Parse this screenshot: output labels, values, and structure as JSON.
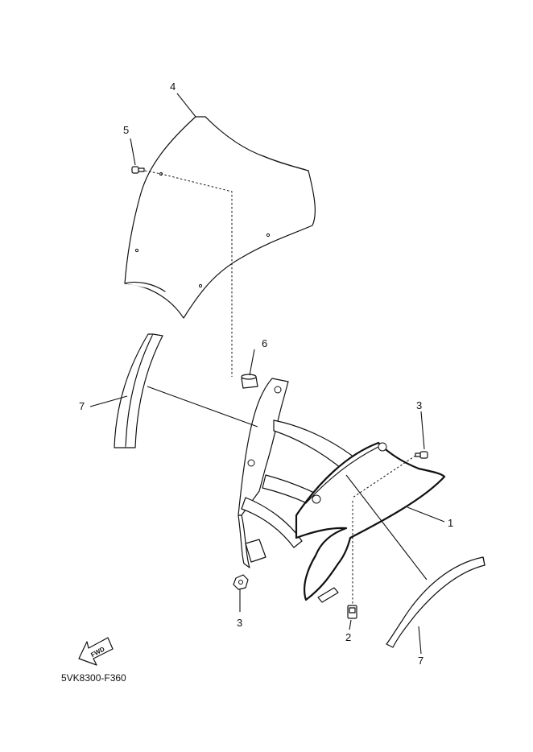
{
  "callouts": {
    "c1": "1",
    "c2": "2",
    "c3a": "3",
    "c3b": "3",
    "c4": "4",
    "c5": "5",
    "c6": "6",
    "c7a": "7",
    "c7b": "7"
  },
  "fwd_label": "FWD",
  "diagram_code": "5VK8300-F360"
}
